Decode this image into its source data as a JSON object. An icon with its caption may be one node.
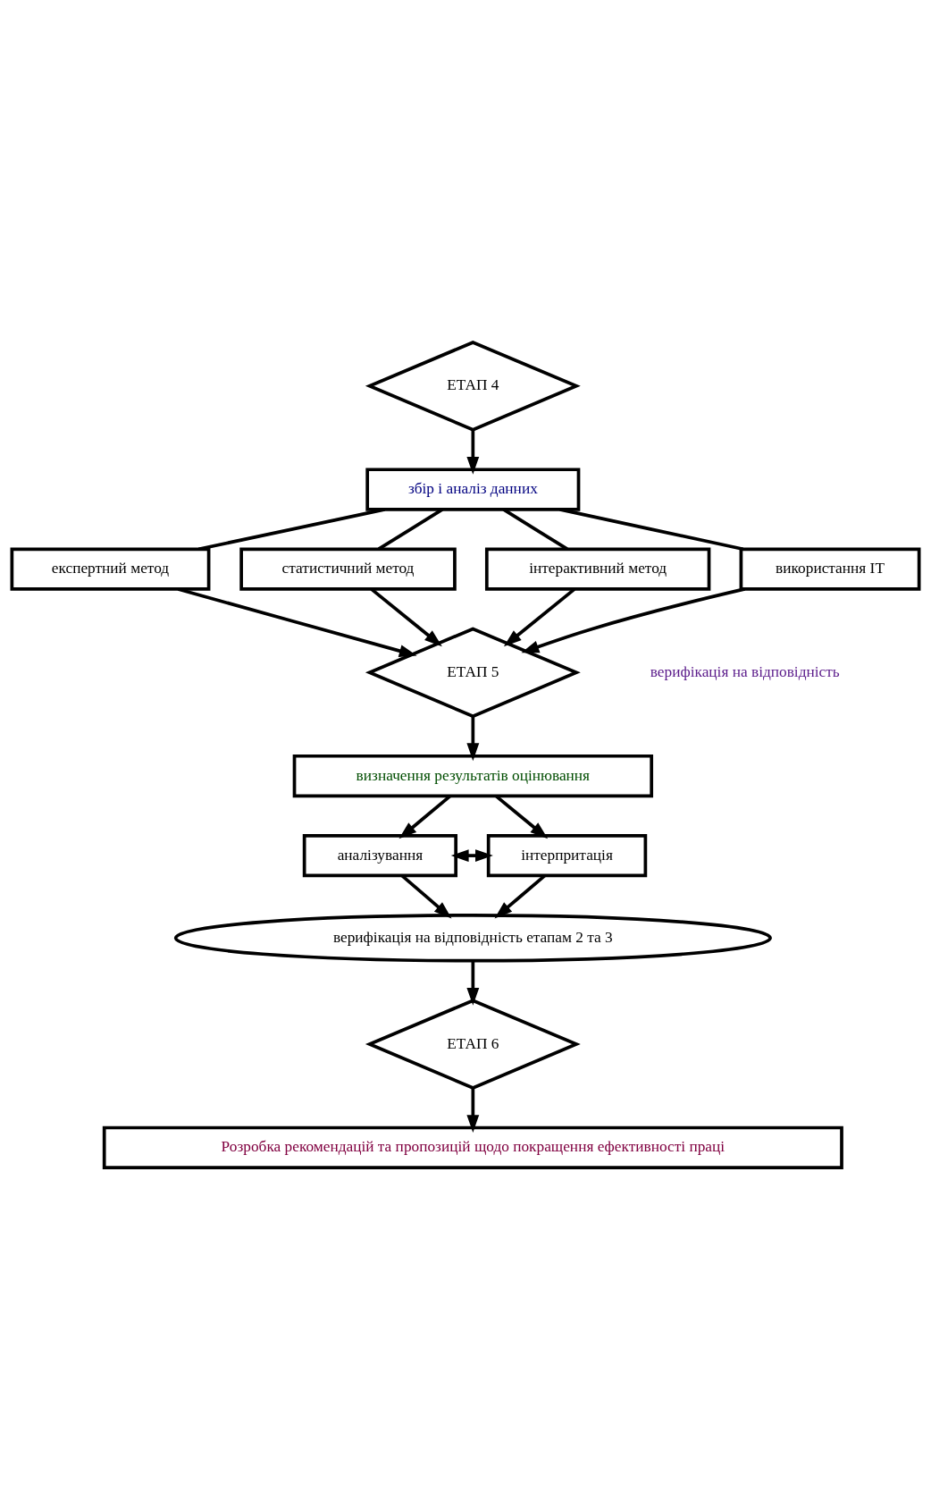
{
  "diagram": {
    "nodes": [
      {
        "text": [
          "ЕТАП 4"
        ]
      },
      {
        "text": [
          "збір і аналіз данних"
        ]
      },
      {
        "text": [
          "експертний метод"
        ]
      },
      {
        "text": [
          "статистичний метод"
        ]
      },
      {
        "text": [
          "інтерактивний метод"
        ]
      },
      {
        "text": [
          "використання IT"
        ]
      },
      {
        "text": [
          "ЕТАП 5"
        ]
      },
      {
        "text": [
          "визначення результатів оцінювання"
        ]
      },
      {
        "text": [
          "аналізування"
        ]
      },
      {
        "text": [
          "інтерпритація"
        ]
      },
      {
        "text": [
          "верифікація на відповідність етапам 2 та 3"
        ]
      },
      {
        "text": [
          "ЕТАП 6"
        ]
      },
      {
        "text": [
          "Розробка рекомендацій та пропозицій щодо покращення ефективності праці"
        ]
      }
    ],
    "edges": [
      {
        "from": 0,
        "to": 1,
        "arrow": "to"
      },
      {
        "from": 1,
        "to": 2,
        "arrow": "none"
      },
      {
        "from": 1,
        "to": 3,
        "arrow": "none"
      },
      {
        "from": 1,
        "to": 4,
        "arrow": "none"
      },
      {
        "from": 1,
        "to": 5,
        "arrow": "none"
      },
      {
        "from": 2,
        "to": 6,
        "arrow": "to"
      },
      {
        "from": 3,
        "to": 6,
        "arrow": "to"
      },
      {
        "from": 4,
        "to": 6,
        "arrow": "to"
      },
      {
        "from": 5,
        "to": 6,
        "arrow": "to"
      },
      {
        "from": 6,
        "to": 7,
        "arrow": "to"
      },
      {
        "from": 7,
        "to": 8,
        "arrow": "to"
      },
      {
        "from": 7,
        "to": 9,
        "arrow": "to"
      },
      {
        "from": 8,
        "to": 9,
        "arrow": "both"
      },
      {
        "from": 8,
        "to": 10,
        "arrow": "to"
      },
      {
        "from": 9,
        "to": 10,
        "arrow": "to"
      },
      {
        "from": 10,
        "to": 11,
        "arrow": "to"
      },
      {
        "from": 11,
        "to": 12,
        "arrow": "to"
      }
    ],
    "labels": [
      "верифікація на відповідність"
    ]
  }
}
